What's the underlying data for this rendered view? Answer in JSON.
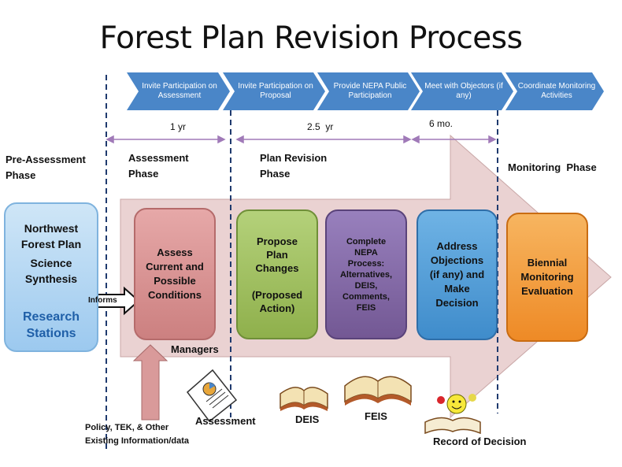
{
  "title": "Forest Plan Revision Process",
  "chevrons": [
    {
      "label": "Invite\nParticipation\non Assessment"
    },
    {
      "label": "Invite\nParticipation\non Proposal"
    },
    {
      "label": "Provide NEPA\nPublic\nParticipation"
    },
    {
      "label": "Meet with\nObjectors\n(if any)"
    },
    {
      "label": "Coordinate\nMonitoring\nActivities"
    }
  ],
  "durations": {
    "assessment": "1 yr",
    "plan_revision": "2.5  yr",
    "objection": "6 mo."
  },
  "phases": {
    "pre_assessment": "Pre-Assessment\nPhase",
    "assessment": "Assessment\nPhase",
    "plan_revision": "Plan Revision\nPhase",
    "monitoring": "Monitoring  Phase"
  },
  "science_box": {
    "line1": "Northwest\nForest Plan",
    "line2": "Science\nSynthesis",
    "line3": "Research\nStations"
  },
  "informs_label": "Informs",
  "steps": [
    {
      "label": "Assess\nCurrent and\nPossible\nConditions",
      "color": "#d98f8f"
    },
    {
      "label": "Propose\nPlan\nChanges\n\n(Proposed\nAction)",
      "color": "#9bbb59"
    },
    {
      "label": "Complete\nNEPA\nProcess:\nAlternatives,\nDEIS,\nComments,\nFEIS",
      "color": "#8064a2"
    },
    {
      "label": "Address\nObjections\n(if any) and\nMake\nDecision",
      "color": "#4f9fd8"
    },
    {
      "label": "Biennial\nMonitoring\nEvaluation",
      "color": "#f39a3c"
    }
  ],
  "managers_label": "Managers",
  "policy_label": "Policy, TEK, &  Other\nExisting Information/data",
  "documents": {
    "assessment": "Assessment",
    "deis": "DEIS",
    "feis": "FEIS",
    "record": "Record of Decision"
  },
  "colors": {
    "chevron": "#4a86c8",
    "big_arrow": "#ead2d2",
    "dashed_line": "#1f3a6e",
    "duration_arrow": "#a07ab8"
  }
}
